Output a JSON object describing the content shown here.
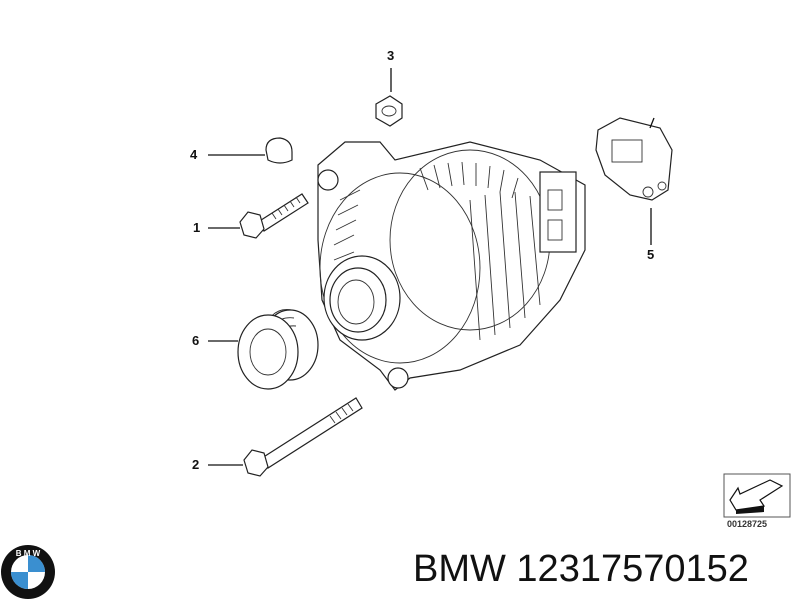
{
  "diagram": {
    "callouts": [
      "1",
      "2",
      "3",
      "4",
      "5",
      "6"
    ],
    "reference_number": "00128725"
  },
  "caption": {
    "brand": "BMW",
    "part_number": "12317570152",
    "text": "BMW 12317570152"
  },
  "logo": {
    "text": "BMW",
    "colors": {
      "blue": "#3a8fd0",
      "ring": "#111111",
      "white": "#ffffff"
    }
  }
}
